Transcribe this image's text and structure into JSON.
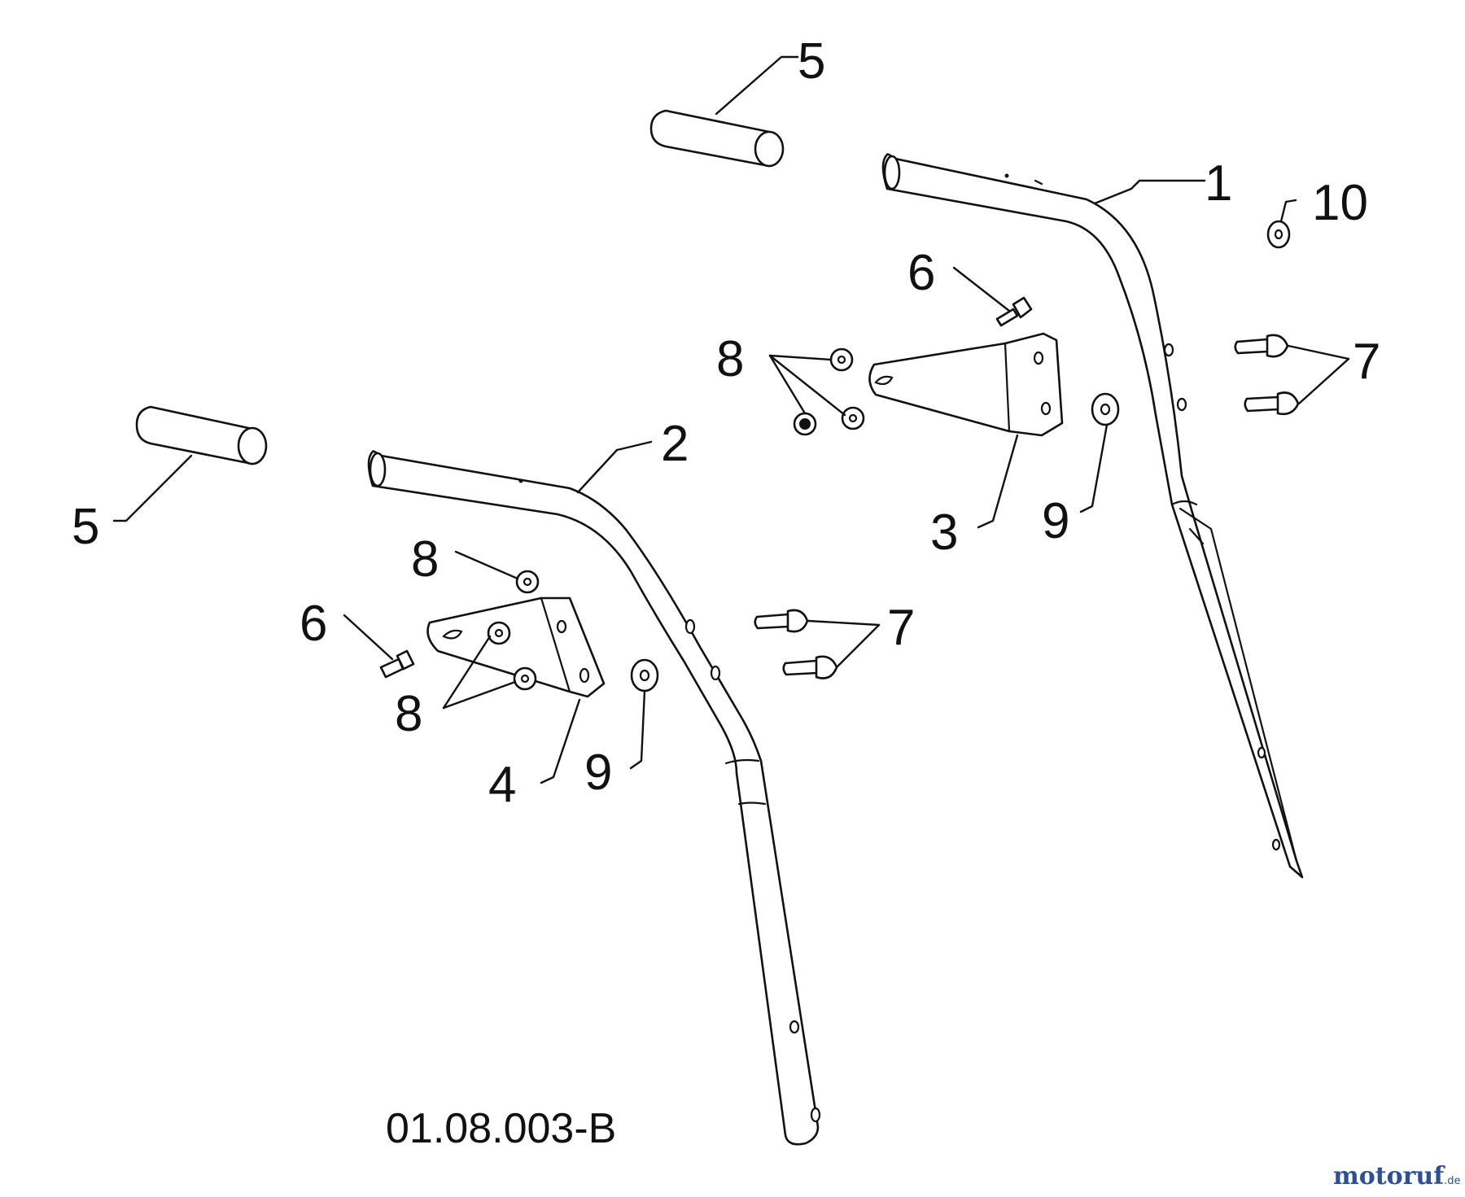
{
  "diagram": {
    "callouts": {
      "c1": "1",
      "c2": "2",
      "c3": "3",
      "c4": "4",
      "c5": "5",
      "c6": "6",
      "c7": "7",
      "c8": "8",
      "c9": "9",
      "c10": "10"
    },
    "figure_code": "01.08.003-B"
  },
  "watermark": {
    "brand_main": "motoruf",
    "brand_suffix": ".de",
    "colors": {
      "main": "#2d4f9a",
      "accent": "#c0392b"
    }
  }
}
